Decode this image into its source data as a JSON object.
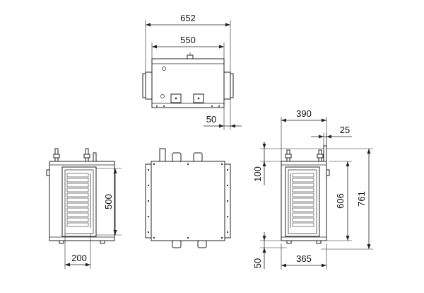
{
  "dimensions": {
    "top_overall_width": "652",
    "top_body_width": "550",
    "top_flange": "50",
    "right_width": "390",
    "right_offset": "25",
    "right_top_height": "100",
    "right_inner_height": "606",
    "right_total_height": "761",
    "right_bottom_offset": "50",
    "right_bottom_width": "365",
    "left_inner_height": "500",
    "left_bottom_width": "200"
  }
}
